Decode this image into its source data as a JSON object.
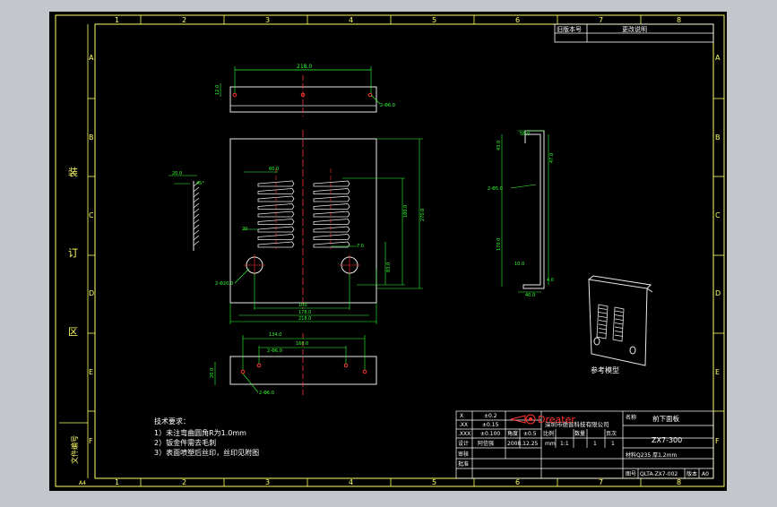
{
  "colors": {
    "background": "#c3c7cc",
    "sheet": "#000000",
    "frame": "#ffff66",
    "part": "#e8e8e8",
    "dimension": "#33ff33",
    "center": "#ff3333",
    "text": "#ffffff"
  },
  "grid": {
    "columns": [
      "1",
      "2",
      "3",
      "4",
      "5",
      "6",
      "7",
      "8"
    ],
    "rows": [
      "A",
      "B",
      "C",
      "D",
      "E",
      "F"
    ]
  },
  "binding_margin": [
    "装",
    "订",
    "区"
  ],
  "margin_label": "文件编号",
  "revision_table": {
    "col1": "旧版本号",
    "col2": "更改说明"
  },
  "dimensions": {
    "top_width": "218.0",
    "top_height": "12.0",
    "top_hole": "2-Φ6.0",
    "louver_width": "60.0",
    "louver_left": "20",
    "louver_right": "7.0",
    "right_height_1": "180.0",
    "right_height_2": "270.0",
    "right_height_3": "83.0",
    "hole_label": "2-Φ20.0",
    "bottom_w1": "100",
    "bottom_w2": "178.0",
    "bottom_w3": "218.0",
    "bottom_hole": "2-Φ6.0",
    "bot_w1": "134.0",
    "bot_w2": "160.0",
    "bot_h": "20.0",
    "bot_hole": "2-Φ6.0",
    "side_top": "58.0",
    "side_hole": "2-Φ5.0",
    "side_b1": "10.0",
    "side_b2": "40.0",
    "side_b3": "4.0",
    "side_v1": "43.0",
    "side_v2": "170.0",
    "side_v3": "47.0",
    "detail_w": "20.0",
    "detail_angle": "45°"
  },
  "iso_label": "参考模型",
  "tech_notes": {
    "title": "技术要求：",
    "note1": "1）未注弯曲圆角R为1.0mm",
    "note2": "2）钣金件需去毛刺",
    "note3": "3）表面喷塑后丝印，丝印见附图"
  },
  "title_block": {
    "tol_x": "X",
    "tol_x_val": "±0.2",
    "tol_xx": ".XX",
    "tol_xx_val": "±0.15",
    "tol_xxx": ".XXX",
    "tol_xxx_val": "±0.100",
    "angle": "角度",
    "angle_val": "±0.5",
    "logo_text": "Dreater",
    "company": "深圳市德普科技有限公司",
    "name_label": "名称",
    "part_name": "前下面板",
    "model": "ZX7-300",
    "designer_label": "设计",
    "designer": "阿信强",
    "date": "2008.12.25",
    "unit": "mm",
    "scale_label": "比例",
    "scale": "1:1",
    "qty_label": "数量",
    "qty": "1",
    "page_label": "页次",
    "page": "1",
    "check_label": "审核",
    "approve_label": "批准",
    "material": "材料Q235  厚1.2mm",
    "drawing_no_label": "图号",
    "drawing_no": "QLTA-ZX7-002",
    "version_label": "版本",
    "version": "A0",
    "sheet_no": "A4"
  }
}
